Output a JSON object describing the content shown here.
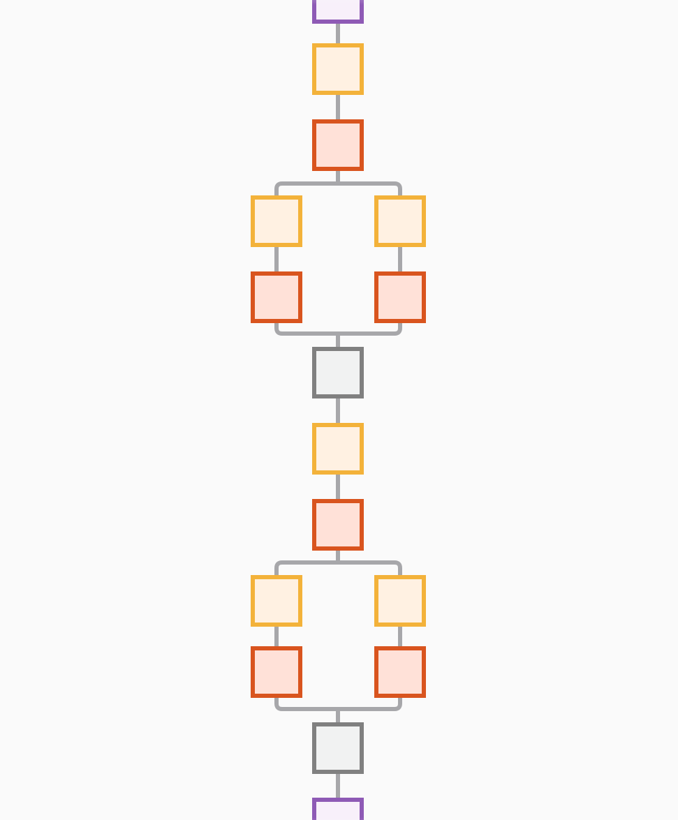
{
  "colors": {
    "background": "#FAFAFA",
    "connector": "#A7A7AA",
    "purple": {
      "stroke": "#8E5AB5",
      "fill": "#F8F0FA"
    },
    "orange": {
      "stroke": "#F3B23A",
      "fill": "#FFF1E2"
    },
    "red": {
      "stroke": "#D9541E",
      "fill": "#FFE1D8"
    },
    "gray": {
      "stroke": "#808080",
      "fill": "#F1F2F2"
    }
  },
  "diagram": {
    "sequence": [
      {
        "kind": "node",
        "type": "purple",
        "faded": "top"
      },
      {
        "kind": "node",
        "type": "orange"
      },
      {
        "kind": "node",
        "type": "red"
      },
      {
        "kind": "branch",
        "branches": [
          [
            "orange",
            "red"
          ],
          [
            "orange",
            "red"
          ]
        ]
      },
      {
        "kind": "node",
        "type": "gray"
      },
      {
        "kind": "node",
        "type": "orange"
      },
      {
        "kind": "node",
        "type": "red"
      },
      {
        "kind": "branch",
        "branches": [
          [
            "orange",
            "red"
          ],
          [
            "orange",
            "red"
          ]
        ]
      },
      {
        "kind": "node",
        "type": "gray"
      },
      {
        "kind": "node",
        "type": "purple",
        "faded": "bottom"
      }
    ]
  }
}
